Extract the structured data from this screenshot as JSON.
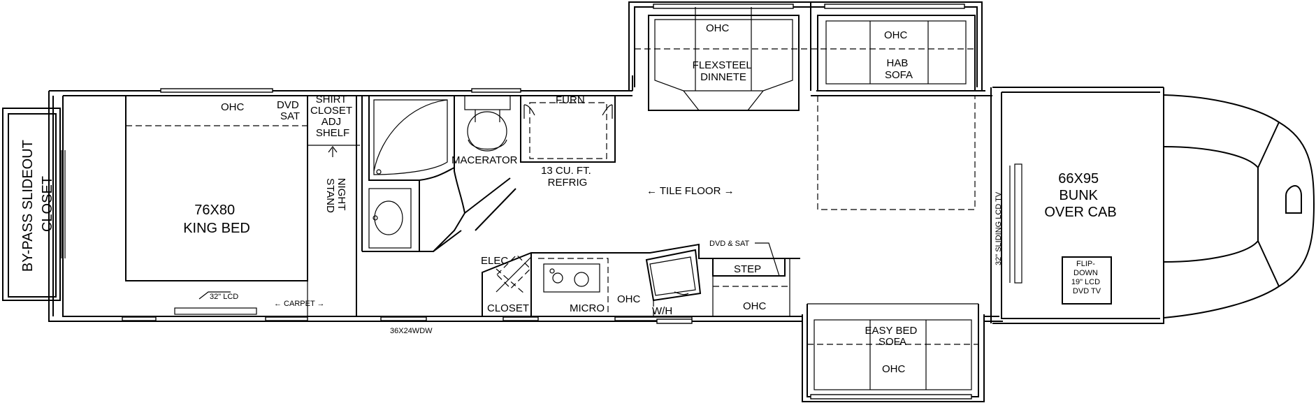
{
  "labels": {
    "ohc_main": "OHC",
    "dvd_sat": [
      "DVD",
      "SAT"
    ],
    "shirt_closet": [
      "SHIRT",
      "CLOSET",
      "ADJ",
      "SHELF"
    ],
    "night_stand": [
      "NIGHT",
      "STAND"
    ],
    "king_bed": [
      "76X80",
      "KING BED"
    ],
    "bypass_closet": [
      "BY-PASS SLIDEOUT",
      "CLOSET"
    ],
    "lcd_32": "32\" LCD",
    "carpet": "← CARPET →",
    "window_dim": "36X24WDW",
    "macerator": "MACERATOR",
    "furn": "FURN",
    "refrig": [
      "13 CU. FT.",
      "REFRIG"
    ],
    "tile_floor": "← TILE FLOOR →",
    "ohc_dinnete": "OHC",
    "flexsteel": [
      "FLEXSTEEL",
      "DINNETE"
    ],
    "ohc_sofa": "OHC",
    "hab_sofa": [
      "HAB",
      "SOFA"
    ],
    "elec": "ELEC",
    "closet": "CLOSET",
    "micro": "MICRO",
    "ohc_kitchen": "OHC",
    "wh": "W/H",
    "dvd_sat_kitchen": "DVD & SAT",
    "step": "STEP",
    "ohc_step": "OHC",
    "easy_bed": [
      "EASY BED",
      "SOFA"
    ],
    "ohc_easy": "OHC",
    "sliding_tv": "32\" SLIDING LCD TV",
    "bunk": [
      "66X95",
      "BUNK",
      "OVER CAB"
    ],
    "flip_down": [
      "FLIP-",
      "DOWN",
      "19\" LCD",
      "DVD TV"
    ]
  }
}
